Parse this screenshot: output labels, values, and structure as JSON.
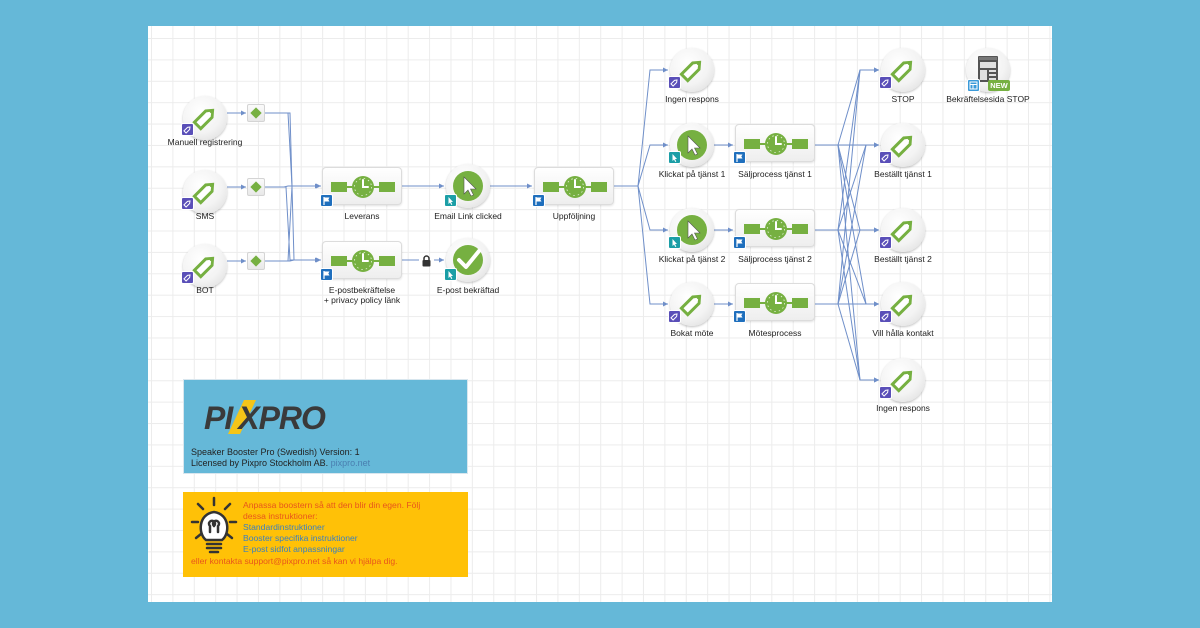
{
  "colors": {
    "background": "#65b8d8",
    "canvas": "#ffffff",
    "wire": "#6f8fc9",
    "accent_green": "#76b041",
    "tag_badge": "#5a4fb8",
    "click_badge": "#1b9ea6",
    "flag_badge": "#1f6fbd",
    "tip_bg": "#ffc107",
    "tip_text": "#e8561c",
    "tip_link": "#3a7fc1"
  },
  "nodes": {
    "manuell": {
      "label": "Manuell registrering",
      "type": "tag",
      "icon": "tag-icon",
      "badge": "tag-badge-icon"
    },
    "sms": {
      "label": "SMS",
      "type": "tag",
      "icon": "tag-icon",
      "badge": "tag-badge-icon"
    },
    "bot": {
      "label": "BOT",
      "type": "tag",
      "icon": "tag-icon",
      "badge": "tag-badge-icon"
    },
    "leverans": {
      "label": "Leverans",
      "type": "wait",
      "icon": "wait-timer-icon",
      "badge": "flag-icon"
    },
    "epostbekraftelse": {
      "label_line1": "E-postbekräftelse",
      "label_line2": "+ privacy policy länk",
      "type": "wait",
      "icon": "wait-timer-icon",
      "badge": "flag-icon"
    },
    "email_link_clicked": {
      "label": "Email Link clicked",
      "type": "click",
      "icon": "cursor-icon",
      "badge": "click-badge-icon"
    },
    "epost_bekraftad": {
      "label": "E-post bekräftad",
      "type": "confirm",
      "icon": "checkmark-icon",
      "badge": "click-badge-icon"
    },
    "uppfoljning": {
      "label": "Uppföljning",
      "type": "wait",
      "icon": "wait-timer-icon",
      "badge": "flag-icon"
    },
    "ingen_respons_1": {
      "label": "Ingen respons",
      "type": "tag",
      "icon": "tag-icon",
      "badge": "tag-badge-icon"
    },
    "klickat_1": {
      "label": "Klickat på tjänst 1",
      "type": "click",
      "icon": "cursor-icon",
      "badge": "click-badge-icon"
    },
    "klickat_2": {
      "label": "Klickat på tjänst 2",
      "type": "click",
      "icon": "cursor-icon",
      "badge": "click-badge-icon"
    },
    "bokat_mote": {
      "label": "Bokat möte",
      "type": "tag",
      "icon": "tag-icon",
      "badge": "tag-badge-icon"
    },
    "saljprocess_1": {
      "label": "Säljprocess tjänst 1",
      "type": "wait",
      "icon": "wait-timer-icon",
      "badge": "flag-icon"
    },
    "saljprocess_2": {
      "label": "Säljprocess tjänst 2",
      "type": "wait",
      "icon": "wait-timer-icon",
      "badge": "flag-icon"
    },
    "motesprocess": {
      "label": "Mötesprocess",
      "type": "wait",
      "icon": "wait-timer-icon",
      "badge": "flag-icon"
    },
    "stop": {
      "label": "STOP",
      "type": "tag",
      "icon": "tag-icon",
      "badge": "tag-badge-icon"
    },
    "bestallt_1": {
      "label": "Beställt tjänst 1",
      "type": "tag",
      "icon": "tag-icon",
      "badge": "tag-badge-icon"
    },
    "bestallt_2": {
      "label": "Beställt tjänst 2",
      "type": "tag",
      "icon": "tag-icon",
      "badge": "tag-badge-icon"
    },
    "vill_halla": {
      "label": "Vill hålla kontakt",
      "type": "tag",
      "icon": "tag-icon",
      "badge": "tag-badge-icon"
    },
    "ingen_respons_2": {
      "label": "Ingen respons",
      "type": "tag",
      "icon": "tag-icon",
      "badge": "tag-badge-icon"
    },
    "bekraftelsesida": {
      "label": "Bekräftelsesida STOP",
      "type": "page",
      "icon": "landing-page-icon",
      "badge": "page-badge-icon",
      "new_badge": "NEW"
    }
  },
  "info_box": {
    "logo_text_left": "PI",
    "logo_text_x": "X",
    "logo_text_right": "PRO",
    "line1": "Speaker Booster Pro (Swedish) Version: 1",
    "line2_prefix": "Licensed by Pixpro Stockholm AB.",
    "line2_link": "pixpro.net"
  },
  "tip_box": {
    "intro_line1": "Anpassa boostern så att den blir din egen. Följ",
    "intro_line2": "dessa instruktioner:",
    "link1": "Standardinstruktioner",
    "link2": "Booster specifika instruktioner",
    "link3": "E-post sidfot anpassningar",
    "footer": "eller kontakta support@pixpro.net så kan vi hjälpa dig."
  }
}
